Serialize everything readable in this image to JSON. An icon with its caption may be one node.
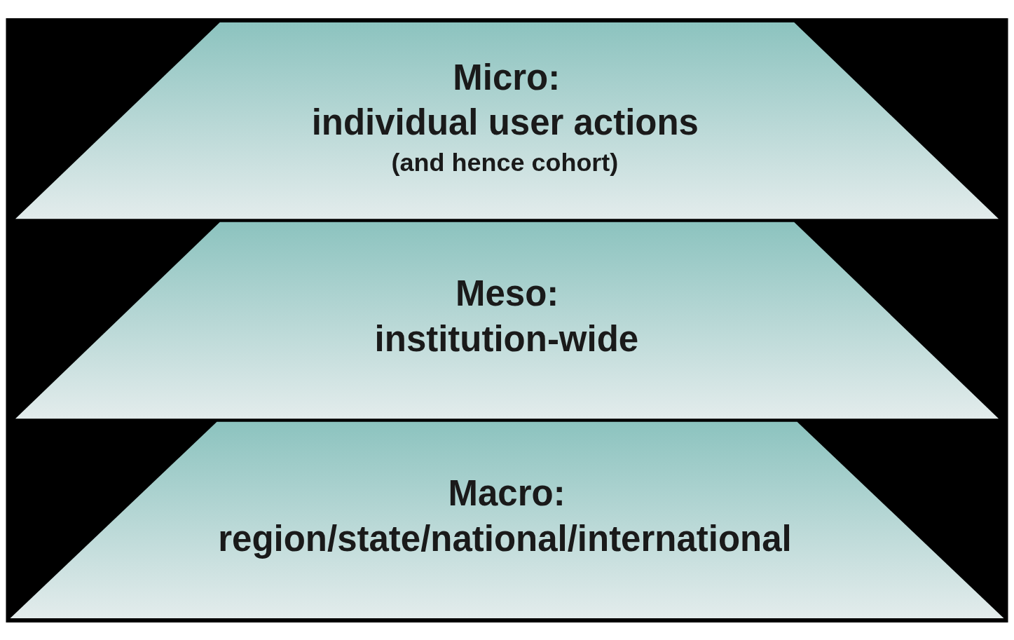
{
  "diagram": {
    "nodes": [
      {
        "text": [
          "Macro:",
          "region/state/national/international"
        ]
      },
      {
        "text": [
          "Meso:",
          "institution-wide"
        ]
      },
      {
        "text": [
          "Micro:",
          "individual user actions",
          "(and hence cohort)"
        ]
      }
    ]
  }
}
